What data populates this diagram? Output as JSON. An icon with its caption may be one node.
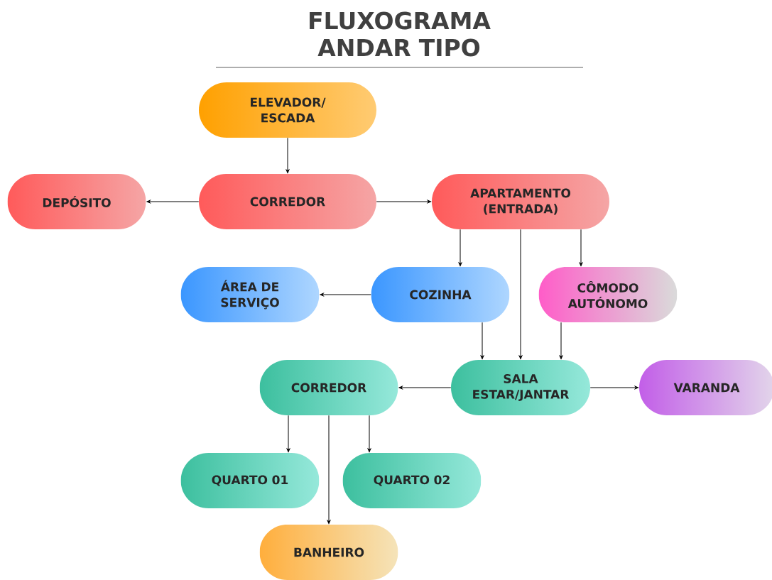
{
  "diagram": {
    "title": "FLUXOGRAMA ANDAR TIPO",
    "nodes": [
      {
        "text": [
          "ELEVADOR/ ESCADA"
        ]
      },
      {
        "text": [
          "DEPÓSITO"
        ]
      },
      {
        "text": [
          "CORREDOR"
        ]
      },
      {
        "text": [
          "APARTAMENTO (ENTRADA)"
        ]
      },
      {
        "text": [
          "ÁREA DE SERVIÇO"
        ]
      },
      {
        "text": [
          "COZINHA"
        ]
      },
      {
        "text": [
          "CÔMODO AUTÓNOMO"
        ]
      },
      {
        "text": [
          "CORREDOR"
        ]
      },
      {
        "text": [
          "SALA ESTAR/JANTAR"
        ]
      },
      {
        "text": [
          "VARANDA"
        ]
      },
      {
        "text": [
          "QUARTO 01"
        ]
      },
      {
        "text": [
          "QUARTO 02"
        ]
      },
      {
        "text": [
          "BANHEIRO"
        ]
      }
    ],
    "edges": [
      {
        "from": 0,
        "to": 2,
        "arrow": "to"
      },
      {
        "from": 2,
        "to": 1,
        "arrow": "to"
      },
      {
        "from": 2,
        "to": 3,
        "arrow": "to"
      },
      {
        "from": 3,
        "to": 5,
        "arrow": "to"
      },
      {
        "from": 3,
        "to": 8,
        "arrow": "to"
      },
      {
        "from": 3,
        "to": 6,
        "arrow": "to"
      },
      {
        "from": 5,
        "to": 4,
        "arrow": "to"
      },
      {
        "from": 5,
        "to": 8,
        "arrow": "to"
      },
      {
        "from": 6,
        "to": 8,
        "arrow": "to"
      },
      {
        "from": 8,
        "to": 7,
        "arrow": "to"
      },
      {
        "from": 8,
        "to": 9,
        "arrow": "to"
      },
      {
        "from": 7,
        "to": 10,
        "arrow": "to"
      },
      {
        "from": 7,
        "to": 12,
        "arrow": "to"
      },
      {
        "from": 7,
        "to": 11,
        "arrow": "to"
      }
    ]
  }
}
